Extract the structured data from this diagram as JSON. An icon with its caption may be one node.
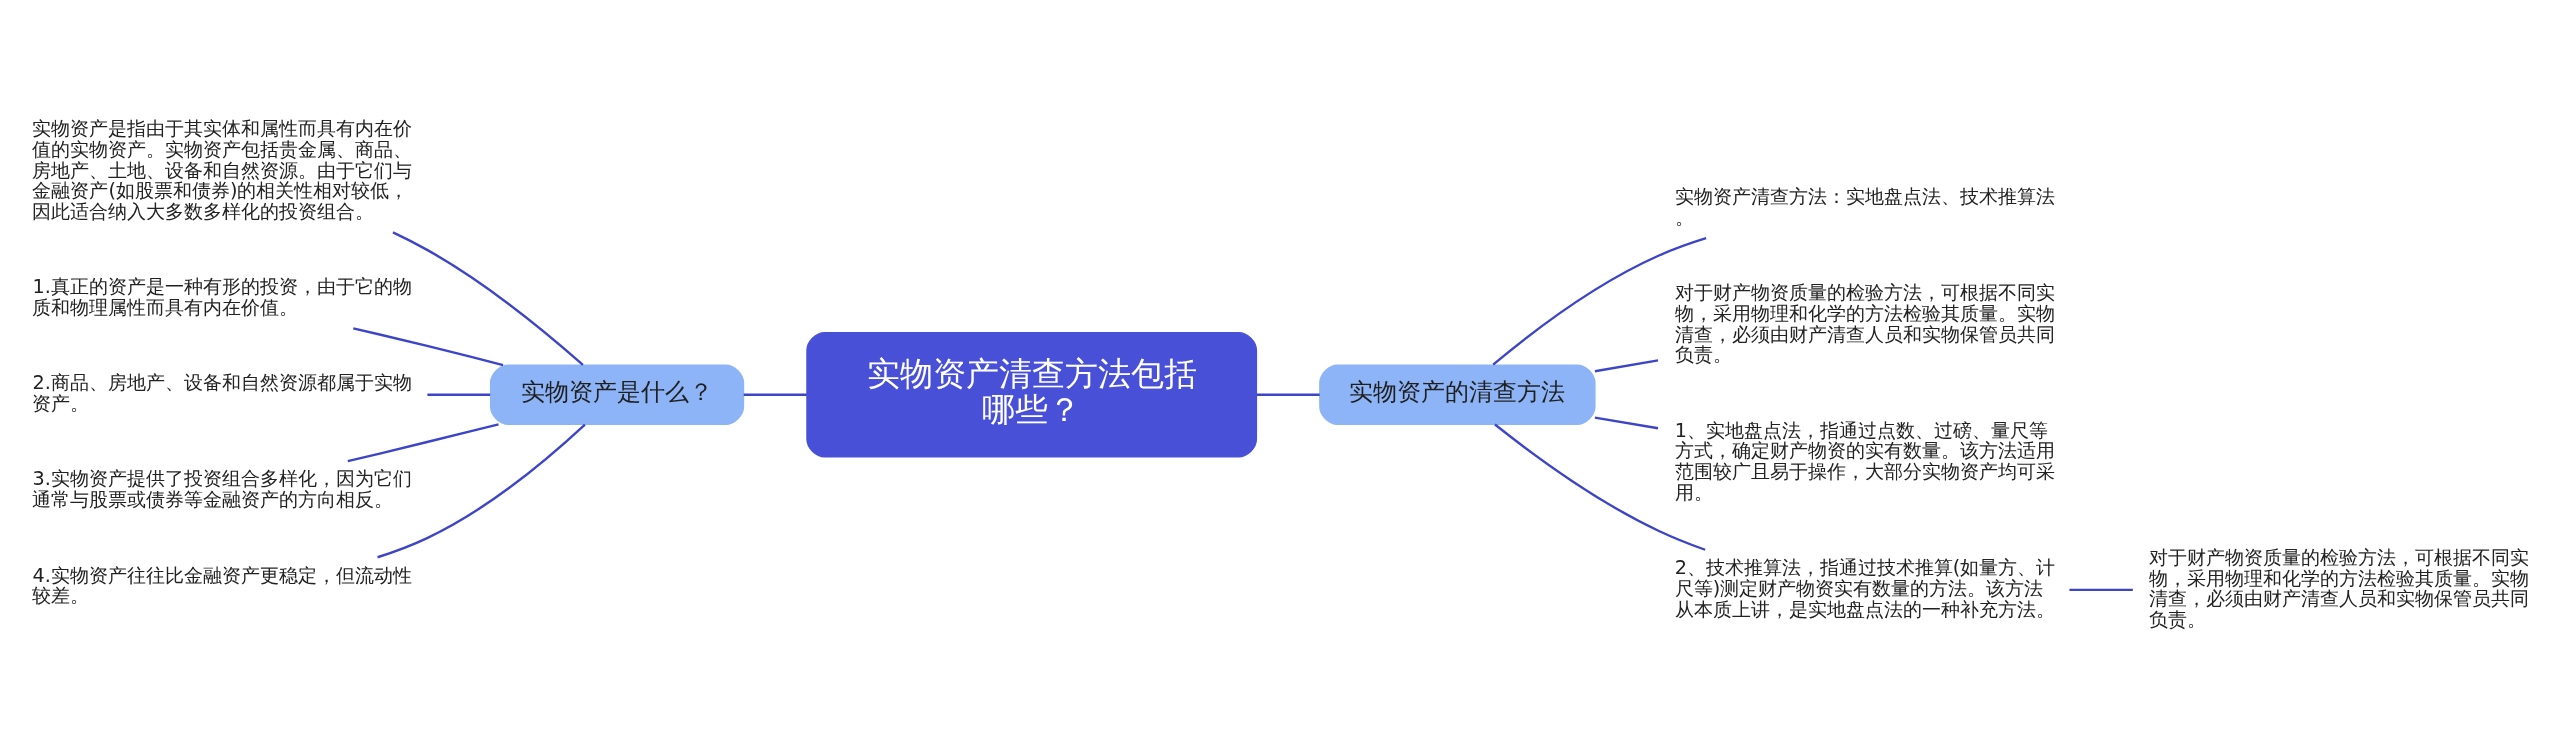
{
  "diagram": {
    "nodes": [
      {
        "text": [
          "实物资产清查方法包括哪些？"
        ]
      },
      {
        "text": [
          "实物资产是什么？"
        ]
      },
      {
        "text": [
          "实物资产是指由于其实体和属性而具有内在价值的实物资产。实物资产包括贵金属、商品、房地产、土地、设备和自然资源。由于它们与金融资产(如股票和债券)的相关性相对较低，因此适合纳入大多数多样化的投资组合。"
        ]
      },
      {
        "text": [
          "1.真正的资产是一种有形的投资，由于它的物质和物理属性而具有内在价值。"
        ]
      },
      {
        "text": [
          "2.商品、房地产、设备和自然资源都属于实物资产。"
        ]
      },
      {
        "text": [
          "3.实物资产提供了投资组合多样化，因为它们通常与股票或债券等金融资产的方向相反。"
        ]
      },
      {
        "text": [
          "4.实物资产往往比金融资产更稳定，但流动性较差。"
        ]
      },
      {
        "text": [
          "实物资产的清查方法"
        ]
      },
      {
        "text": [
          "实物资产清查方法：实地盘点法、技术推算法。"
        ]
      },
      {
        "text": [
          "对于财产物资质量的检验方法，可根据不同实物，采用物理和化学的方法检验其质量。实物清查，必须由财产清查人员和实物保管员共同负责。"
        ]
      },
      {
        "text": [
          "1、实地盘点法，指通过点数、过磅、量尺等方式，确定财产物资的实有数量。该方法适用范围较广且易于操作，大部分实物资产均可采用。"
        ]
      },
      {
        "text": [
          "2、技术推算法，指通过技术推算(如量方、计尺等)测定财产物资实有数量的方法。该方法从本质上讲，是实地盘点法的一种补充方法。"
        ]
      },
      {
        "text": [
          "对于财产物资质量的检验方法，可根据不同实物，采用物理和化学的方法检验其质量。实物清查，必须由财产清查人员和实物保管员共同负责。"
        ]
      }
    ],
    "edges": [
      {
        "from": 2,
        "to": 1,
        "arrow": "none"
      },
      {
        "from": 3,
        "to": 1,
        "arrow": "none"
      },
      {
        "from": 4,
        "to": 1,
        "arrow": "none"
      },
      {
        "from": 5,
        "to": 1,
        "arrow": "none"
      },
      {
        "from": 6,
        "to": 1,
        "arrow": "none"
      },
      {
        "from": 1,
        "to": 0,
        "arrow": "none"
      },
      {
        "from": 0,
        "to": 7,
        "arrow": "none"
      },
      {
        "from": 7,
        "to": 8,
        "arrow": "none"
      },
      {
        "from": 7,
        "to": 9,
        "arrow": "none"
      },
      {
        "from": 7,
        "to": 10,
        "arrow": "none"
      },
      {
        "from": 7,
        "to": 11,
        "arrow": "none"
      },
      {
        "from": 11,
        "to": 12,
        "arrow": "none"
      }
    ]
  }
}
